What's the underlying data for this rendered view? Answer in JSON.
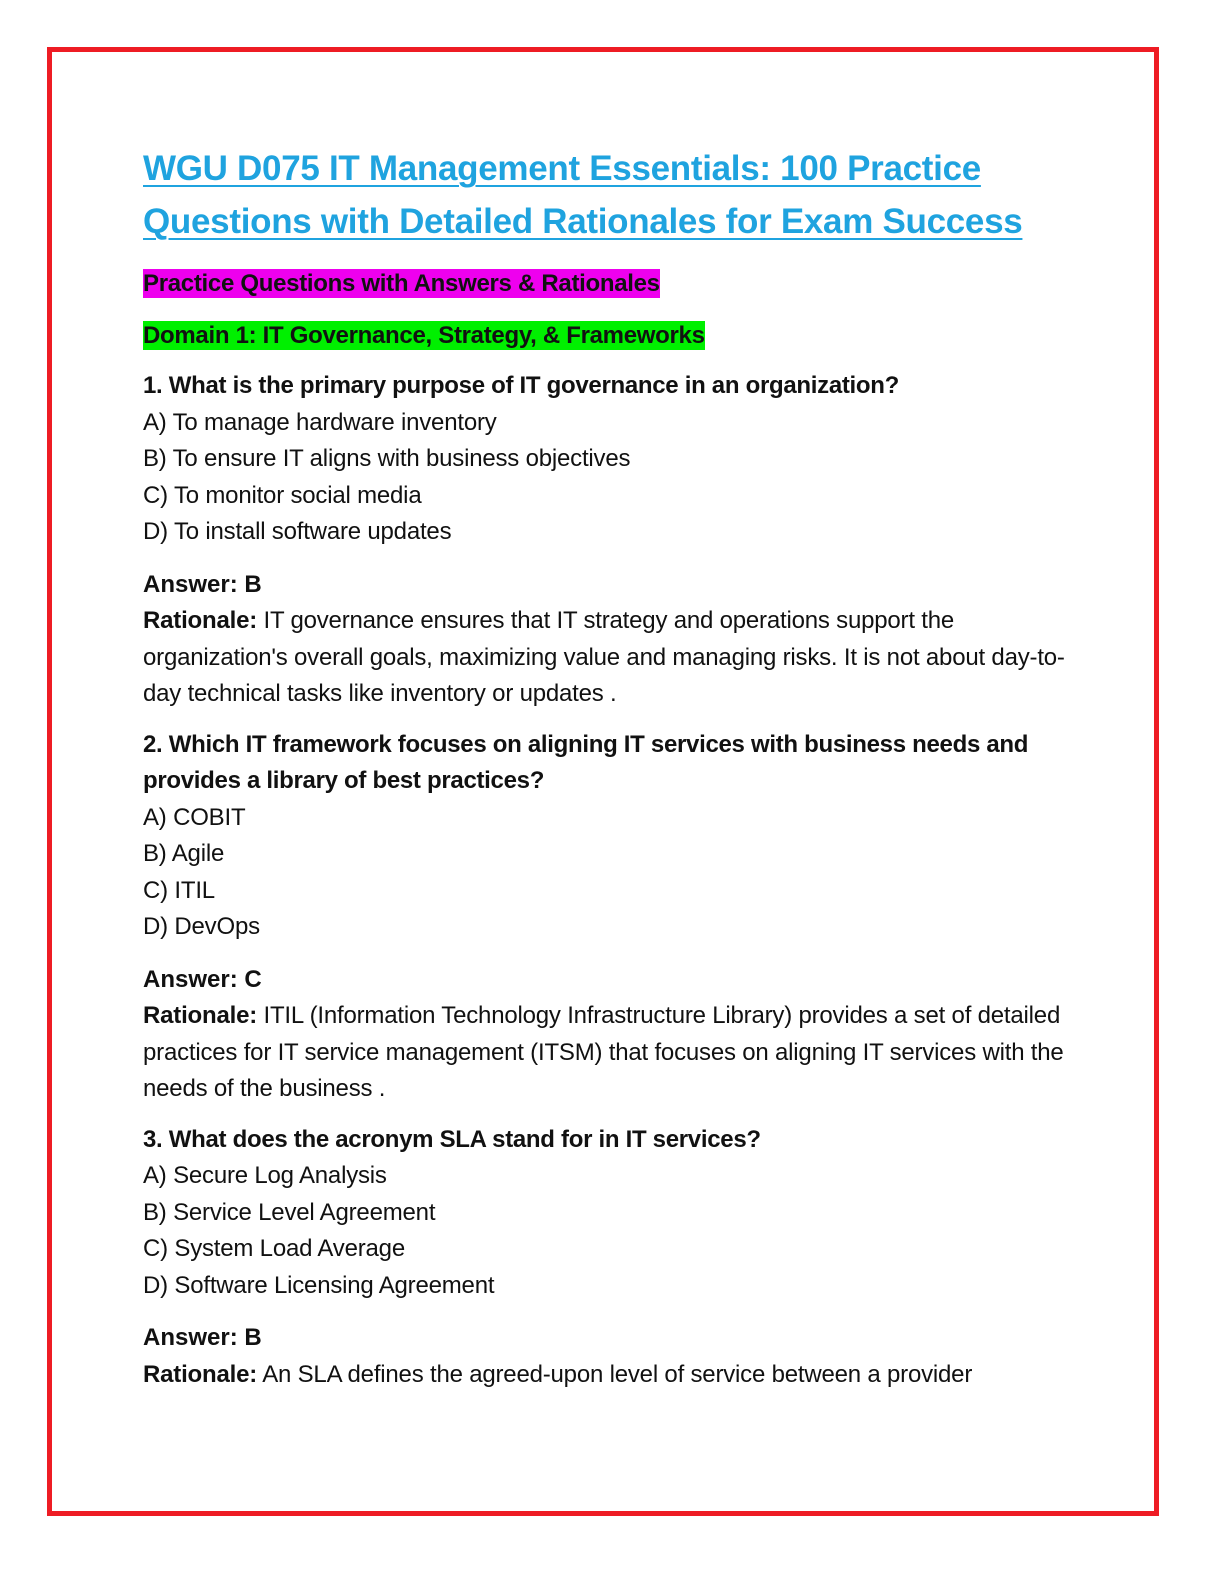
{
  "document": {
    "title": "WGU D075 IT Management Essentials: 100 Practice Questions with Detailed Rationales for Exam Success",
    "section_heading": "Practice Questions with Answers & Rationales",
    "domain_heading": "Domain 1: IT Governance, Strategy, & Frameworks",
    "border_color": "#ee1c24",
    "title_color": "#1fa3df",
    "section_highlight_color": "#ee00ee",
    "domain_highlight_color": "#00f000",
    "rationale_label": "Rationale:",
    "questions": [
      {
        "question": "1. What is the primary purpose of IT governance in an organization?",
        "options": [
          "A) To manage hardware inventory",
          "B) To ensure IT aligns with business objectives",
          "C) To monitor social media",
          "D) To install software updates"
        ],
        "answer": "Answer: B",
        "rationale": "IT governance ensures that IT strategy and operations support the organization's overall goals, maximizing value and managing risks. It is not about day-to-day technical tasks like inventory or updates ."
      },
      {
        "question": "2. Which IT framework focuses on aligning IT services with business needs and provides a library of best practices?",
        "options": [
          "A) COBIT",
          "B) Agile",
          "C) ITIL",
          "D) DevOps"
        ],
        "answer": "Answer: C",
        "rationale": "ITIL (Information Technology Infrastructure Library) provides a set of detailed practices for IT service management (ITSM) that focuses on aligning IT services with the needs of the business ."
      },
      {
        "question": "3. What does the acronym SLA stand for in IT services?",
        "options": [
          "A) Secure Log Analysis",
          "B) Service Level Agreement",
          "C) System Load Average",
          "D) Software Licensing Agreement"
        ],
        "answer": "Answer: B",
        "rationale": "An SLA defines the agreed-upon level of service between a provider"
      }
    ]
  }
}
